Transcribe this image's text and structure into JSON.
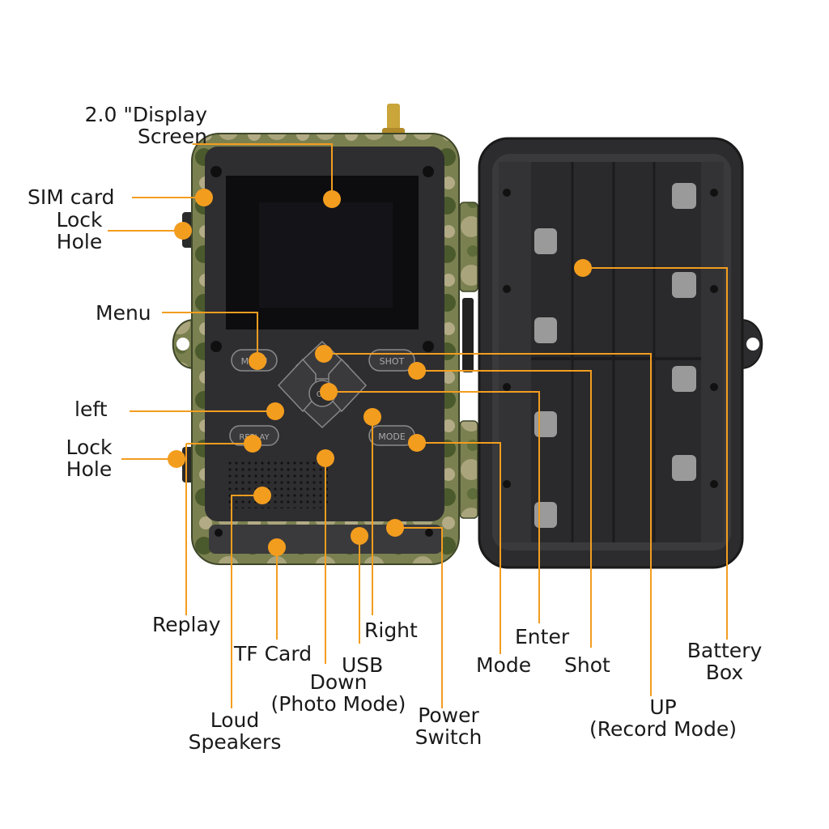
{
  "colors": {
    "callout": "#f39d1f",
    "camo_dark": "#4b5a2c",
    "camo_mid": "#7a8050",
    "camo_light": "#a9a47c",
    "panel": "#2e2e30",
    "screen": "#0d0d10",
    "case_inner": "#2c2c2e",
    "background": "#ffffff"
  },
  "labels": {
    "display_screen": [
      "2.0 \"Display",
      "Screen"
    ],
    "sim_card": "SIM card",
    "lock_hole_top": [
      "Lock",
      "Hole"
    ],
    "menu": "Menu",
    "left": "left",
    "lock_hole_bottom": [
      "Lock",
      "Hole"
    ],
    "replay": "Replay",
    "tf_card": "TF Card",
    "loud_speakers": [
      "Loud",
      "Speakers"
    ],
    "down": [
      "Down",
      "(Photo Mode)"
    ],
    "usb": "USB",
    "right": "Right",
    "power_switch": [
      "Power",
      "Switch"
    ],
    "mode": "Mode",
    "enter": "Enter",
    "shot": "Shot",
    "up": [
      "UP",
      "(Record Mode)"
    ],
    "battery_box": [
      "Battery",
      "Box"
    ]
  },
  "device_text": {
    "menu_button": "MENU",
    "shot_button": "SHOT",
    "replay_button": "REPLAY",
    "mode_button": "MODE",
    "ok_button": "OK"
  }
}
